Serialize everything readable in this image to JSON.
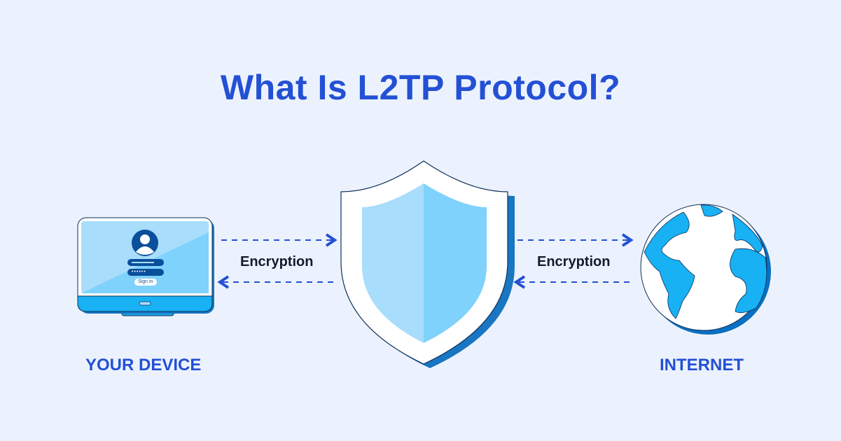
{
  "title": "What Is L2TP Protocol?",
  "device": {
    "label": "YOUR DEVICE",
    "signin_button": "Sign in",
    "password_mask": "••••••"
  },
  "internet": {
    "label": "INTERNET"
  },
  "arrows": {
    "left_label": "Encryption",
    "right_label": "Encryption"
  },
  "colors": {
    "title": "#2350d4",
    "light_blue": "#a8ddfb",
    "sky_blue": "#17b1f4",
    "dark_blue": "#0a4f9c",
    "background": "#ecf2fd"
  }
}
